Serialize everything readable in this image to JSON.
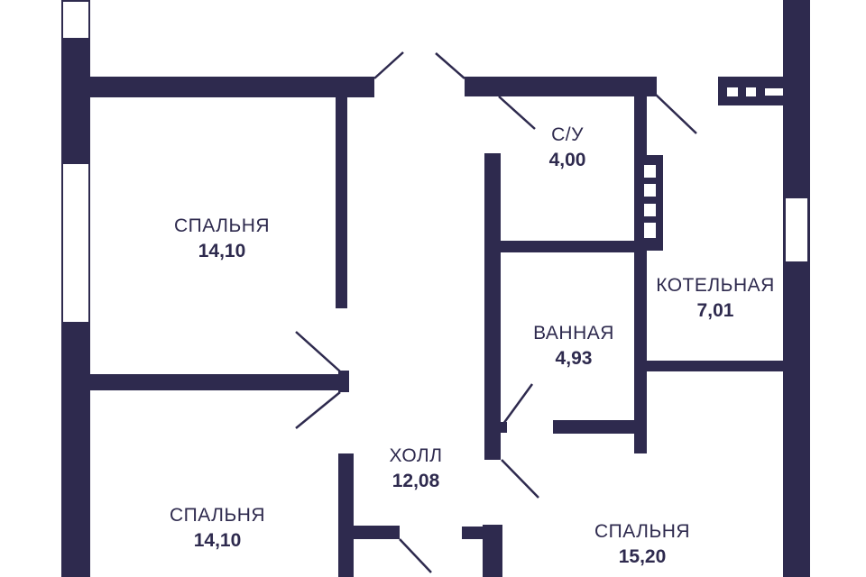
{
  "plan": {
    "rooms": [
      {
        "id": "bedroom-top",
        "label": "СПАЛЬНЯ",
        "area": "14,10"
      },
      {
        "id": "wc",
        "label": "С/У",
        "area": "4,00"
      },
      {
        "id": "boiler",
        "label": "КОТЕЛЬНАЯ",
        "area": "7,01"
      },
      {
        "id": "bathroom",
        "label": "ВАННАЯ",
        "area": "4,93"
      },
      {
        "id": "hall",
        "label": "ХОЛЛ",
        "area": "12,08"
      },
      {
        "id": "bedroom-left",
        "label": "СПАЛЬНЯ",
        "area": "14,10"
      },
      {
        "id": "bedroom-right",
        "label": "СПАЛЬНЯ",
        "area": "15,20"
      }
    ],
    "colors": {
      "wall": "#2e2a4e",
      "window": "#ffffff"
    }
  }
}
